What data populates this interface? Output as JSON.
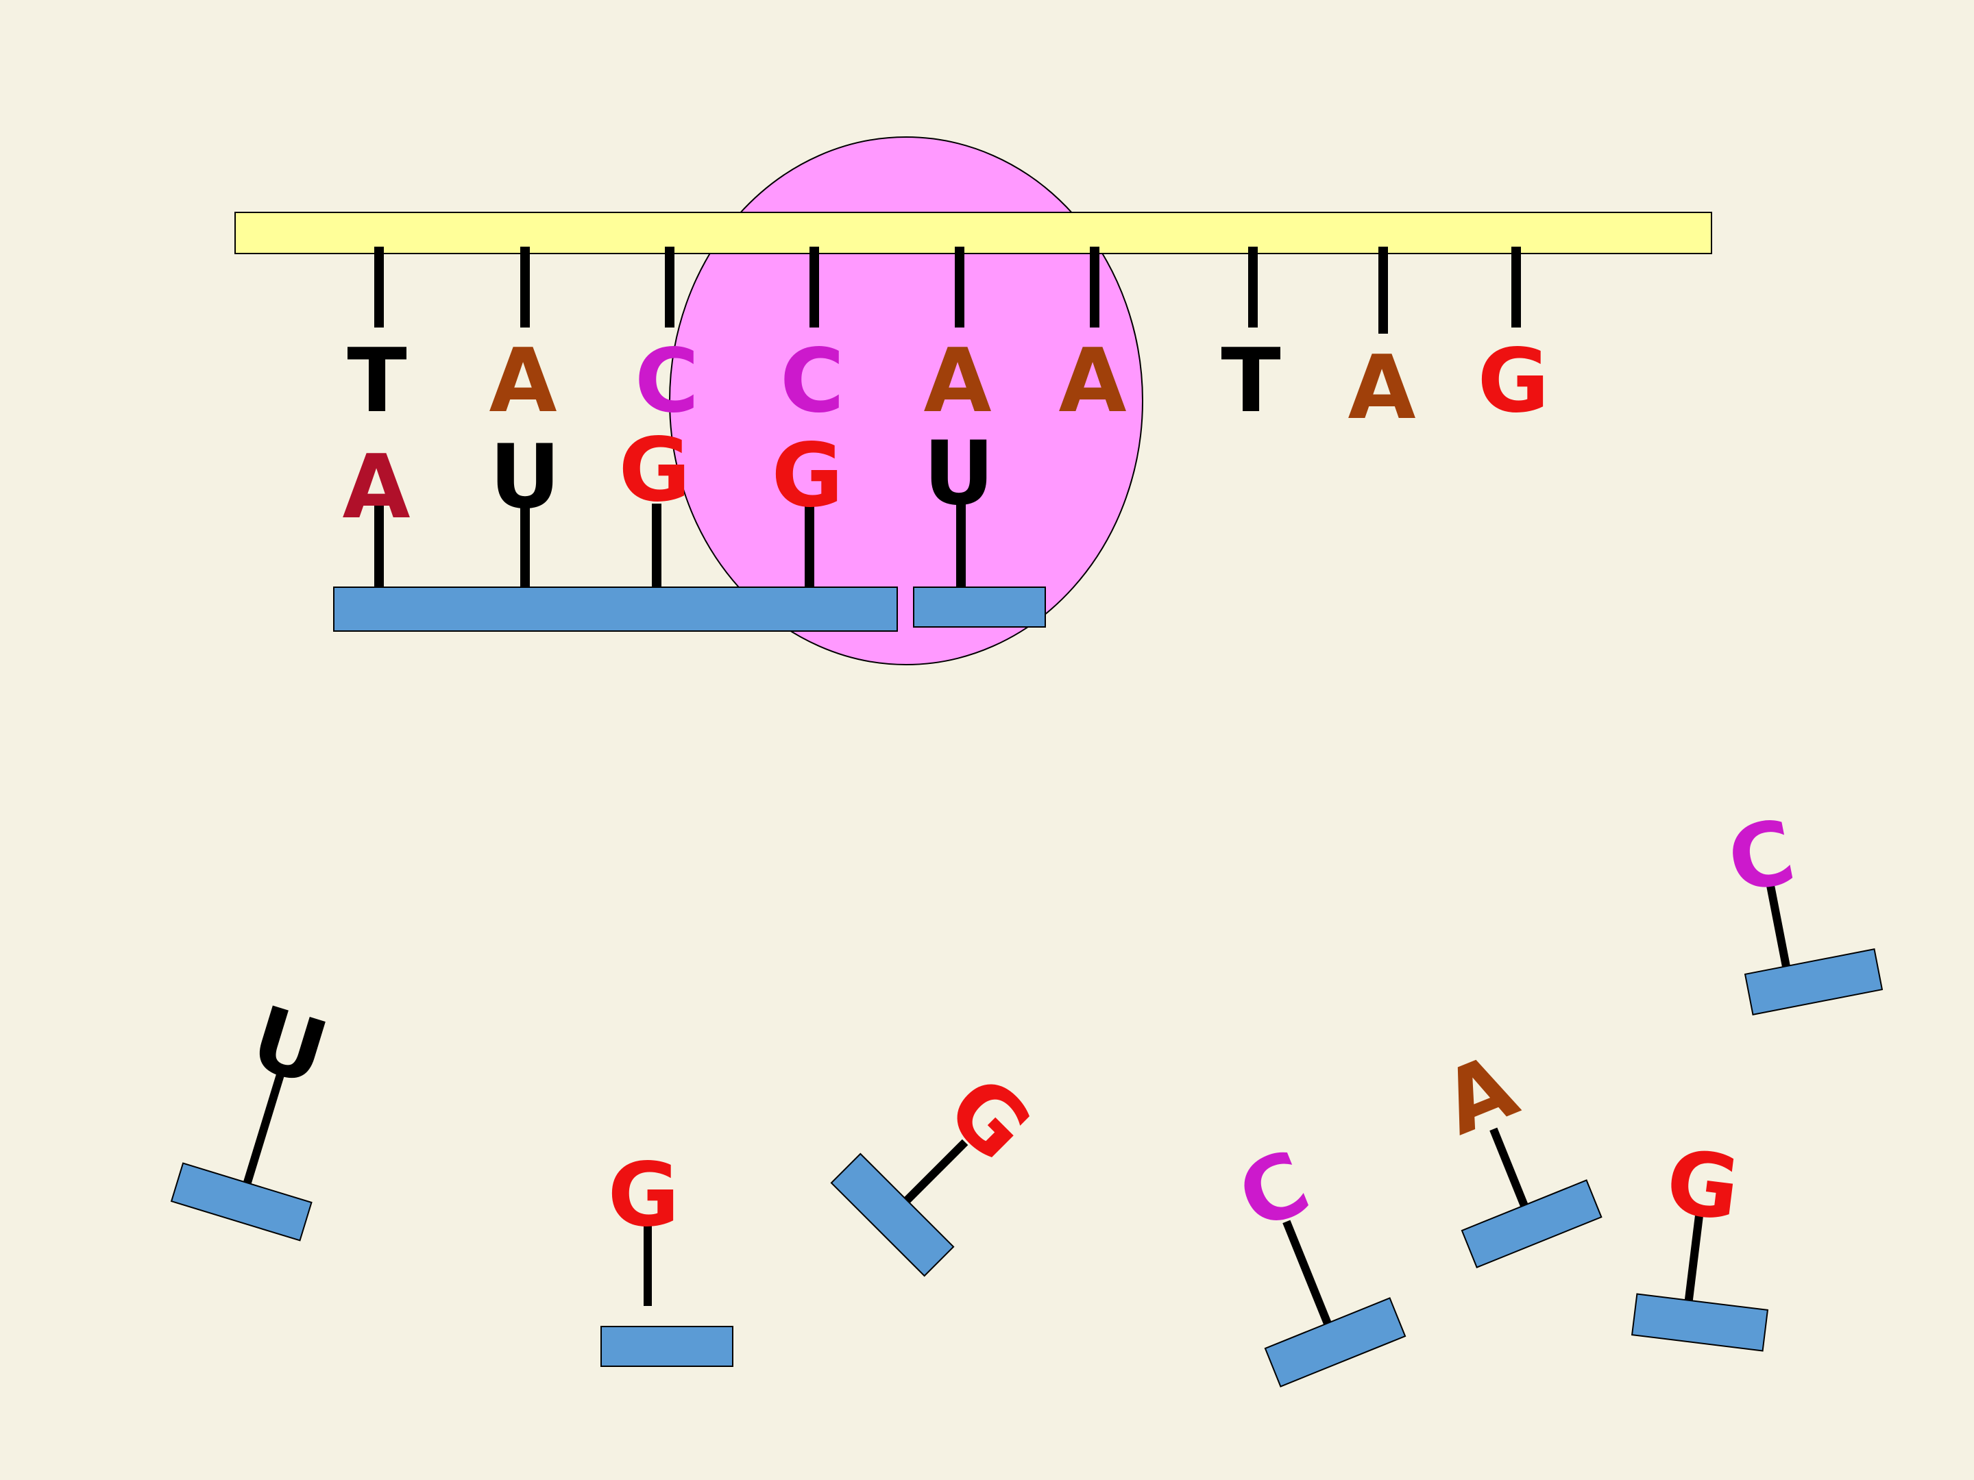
{
  "template": {
    "strand_bases": [
      {
        "letter": "T",
        "color": "#000000"
      },
      {
        "letter": "A",
        "color": "#a0400a"
      },
      {
        "letter": "C",
        "color": "#cc19cc"
      },
      {
        "letter": "C",
        "color": "#cc19cc"
      },
      {
        "letter": "A",
        "color": "#a0400a"
      },
      {
        "letter": "A",
        "color": "#a0400a"
      },
      {
        "letter": "T",
        "color": "#000000"
      },
      {
        "letter": "A",
        "color": "#a0400a"
      },
      {
        "letter": "G",
        "color": "#ee1111"
      }
    ]
  },
  "paired_nucleotides": [
    {
      "letter": "A",
      "color": "#b0102a"
    },
    {
      "letter": "U",
      "color": "#000000"
    },
    {
      "letter": "G",
      "color": "#ee1111"
    },
    {
      "letter": "G",
      "color": "#ee1111"
    },
    {
      "letter": "U",
      "color": "#000000"
    }
  ],
  "free_nucleotides": [
    {
      "letter": "U",
      "color": "#000000"
    },
    {
      "letter": "G",
      "color": "#ee1111"
    },
    {
      "letter": "G",
      "color": "#ee1111"
    },
    {
      "letter": "C",
      "color": "#cc19cc"
    },
    {
      "letter": "A",
      "color": "#a0400a"
    },
    {
      "letter": "G",
      "color": "#ee1111"
    },
    {
      "letter": "C",
      "color": "#cc19cc"
    }
  ],
  "colors": {
    "background": "#f5f2e3",
    "template_strand": "#ffff99",
    "backbone": "#5b9bd5",
    "enzyme": "#ff99ff",
    "bond": "#000000"
  }
}
